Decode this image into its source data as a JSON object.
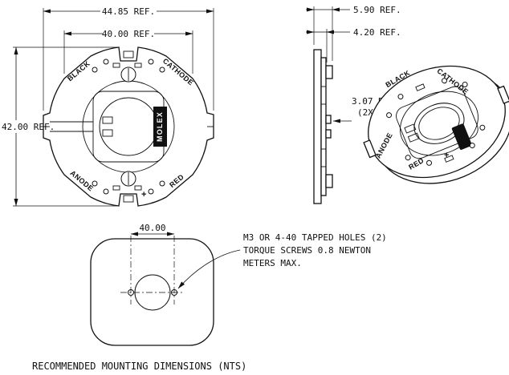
{
  "front_view": {
    "dim_width_outer": "44.85 REF.",
    "dim_width_inner": "40.00 REF.",
    "dim_height": "42.00 REF.",
    "labels": {
      "black": "BLACK",
      "cathode": "CATHODE",
      "anode": "ANODE",
      "red": "RED",
      "molex": "MOLEX",
      "plus": "+"
    }
  },
  "side_view": {
    "dim_total": "5.90 REF.",
    "dim_body": "4.20 REF.",
    "dim_tab": "3.07 REF.",
    "dim_tab_qty": "(2X)"
  },
  "iso_view": {
    "labels": {
      "black": "BLACK",
      "cathode": "CATHODE",
      "anode": "ANODE",
      "red": "RED",
      "plus": "+"
    }
  },
  "mounting_view": {
    "dim_holes": "40.00",
    "note_line1": "M3 OR 4-40 TAPPED HOLES (2)",
    "note_line2": "TORQUE SCREWS 0.8 NEWTON",
    "note_line3": "METERS MAX.",
    "caption": "RECOMMENDED MOUNTING DIMENSIONS (NTS)"
  },
  "colors": {
    "line": "#111111",
    "background": "#ffffff"
  }
}
